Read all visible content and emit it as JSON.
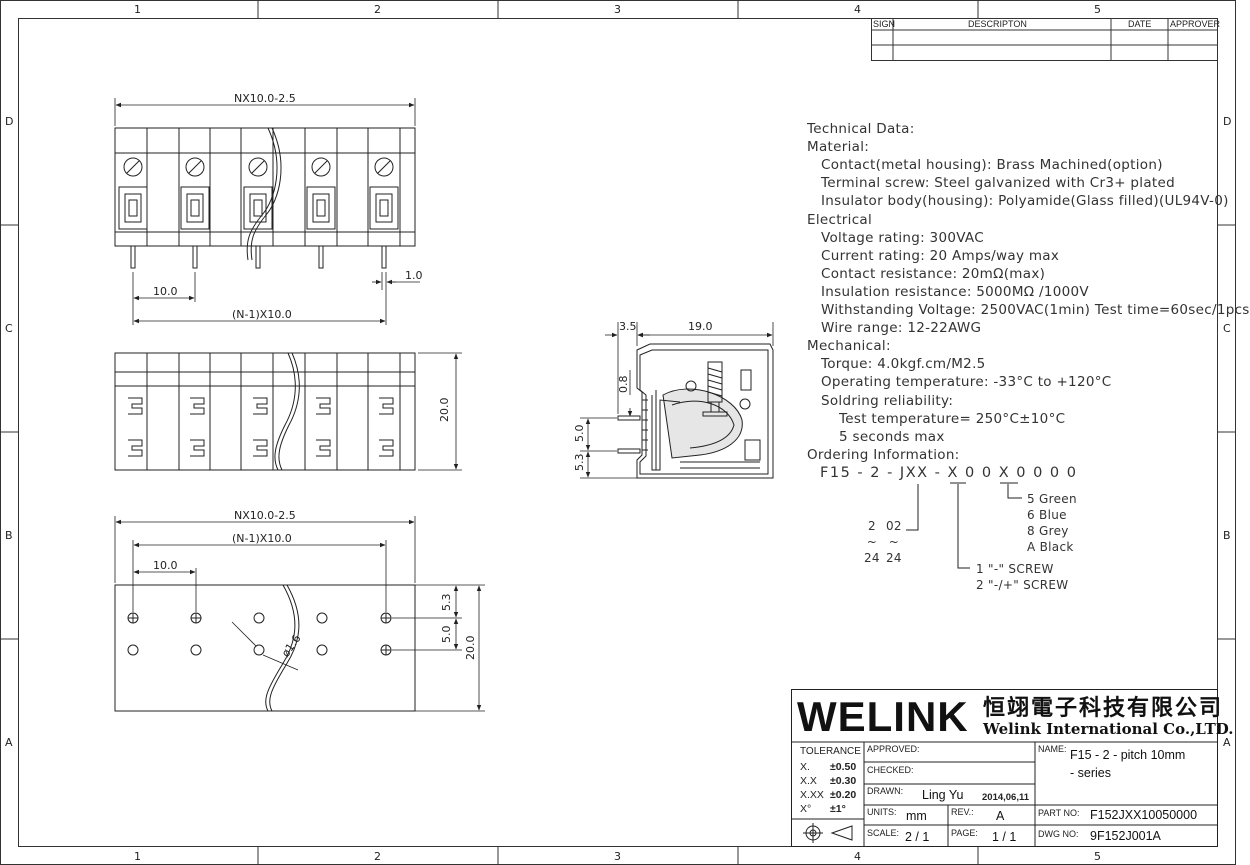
{
  "grid": {
    "columns": [
      "1",
      "2",
      "3",
      "4",
      "5"
    ],
    "rows": [
      "D",
      "C",
      "B",
      "A"
    ]
  },
  "revision_table": {
    "headers": [
      "SIGN",
      "DESCRIPTON",
      "DATE",
      "APPROVER"
    ]
  },
  "dimensions": {
    "front_overall": "NX10.0-2.5",
    "front_pitch": "10.0",
    "front_span": "(N-1)X10.0",
    "pin_width": "1.0",
    "side_height": "20.0",
    "pcb_overall": "NX10.0-2.5",
    "pcb_span": "(N-1)X10.0",
    "pcb_pitch": "10.0",
    "pcb_row1": "5.3",
    "pcb_row2": "5.0",
    "pcb_height": "20.0",
    "hole_dia": "ø1.6",
    "profile_offset": "3.5",
    "profile_width": "19.0",
    "profile_pin_gap": "0.8",
    "profile_pin_pitch": "5.0",
    "profile_pin_low": "5.3"
  },
  "technical_data": [
    {
      "text": "Technical Data:",
      "indent": 0
    },
    {
      "text": "Material:",
      "indent": 0
    },
    {
      "text": "Contact(metal housing): Brass Machined(option)",
      "indent": 1
    },
    {
      "text": "Terminal screw: Steel galvanized with Cr3+ plated",
      "indent": 1
    },
    {
      "text": "Insulator body(housing): Polyamide(Glass filled)(UL94V-0)",
      "indent": 1
    },
    {
      "text": "Electrical",
      "indent": 0
    },
    {
      "text": "Voltage rating: 300VAC",
      "indent": 1
    },
    {
      "text": "Current rating: 20 Amps/way max",
      "indent": 1
    },
    {
      "text": "Contact resistance: 20mΩ(max)",
      "indent": 1
    },
    {
      "text": "Insulation resistance: 5000MΩ /1000V",
      "indent": 1
    },
    {
      "text": "Withstanding Voltage: 2500VAC(1min) Test time=60sec/1pcs",
      "indent": 1
    },
    {
      "text": "Wire range: 12-22AWG",
      "indent": 1
    },
    {
      "text": "Mechanical:",
      "indent": 0
    },
    {
      "text": "Torque: 4.0kgf.cm/M2.5",
      "indent": 1
    },
    {
      "text": "Operating temperature: -33°C to +120°C",
      "indent": 1
    },
    {
      "text": "Soldring reliability:",
      "indent": 1
    },
    {
      "text": "Test temperature= 250°C±10°C",
      "indent": 2
    },
    {
      "text": "5 seconds max",
      "indent": 2
    },
    {
      "text": "Ordering Information:",
      "indent": 0
    }
  ],
  "ordering": {
    "code": "F15 - 2 - JXX - X 0  0 X  0 0 0 0",
    "color_options": [
      "5  Green",
      "6  Blue",
      "8  Grey",
      "A  Black"
    ],
    "way_range_a": [
      "2",
      "~",
      "24"
    ],
    "way_range_b": [
      "02",
      "~",
      "24"
    ],
    "screw_options": [
      "1   \"-\" SCREW",
      "2   \"-/+\" SCREW"
    ]
  },
  "title_block": {
    "logo": "WELINK",
    "company_cn": "恒翊電子科技有限公司",
    "company_en": "Welink International Co.,LTD.",
    "tolerance_label": "TOLERANCE",
    "tolerances": [
      {
        "k": "X.",
        "v": "±0.50"
      },
      {
        "k": "X.X",
        "v": "±0.30"
      },
      {
        "k": "X.XX",
        "v": "±0.20"
      },
      {
        "k": "X°",
        "v": "±1°"
      }
    ],
    "approved_label": "APPROVED:",
    "checked_label": "CHECKED:",
    "drawn_label": "DRAWN:",
    "drawn_by": "Ling Yu",
    "drawn_date": "2014,06,11",
    "units_label": "UNITS:",
    "units": "mm",
    "rev_label": "REV.:",
    "rev": "A",
    "scale_label": "SCALE:",
    "scale": "2 / 1",
    "page_label": "PAGE:",
    "page": "1 / 1",
    "name_label": "NAME:",
    "name_line1": "F15 - 2 - pitch 10mm",
    "name_line2": "- series",
    "part_label": "PART NO:",
    "part_no": "F152JXX10050000",
    "dwg_label": "DWG NO:",
    "dwg_no": "9F152J001A"
  }
}
